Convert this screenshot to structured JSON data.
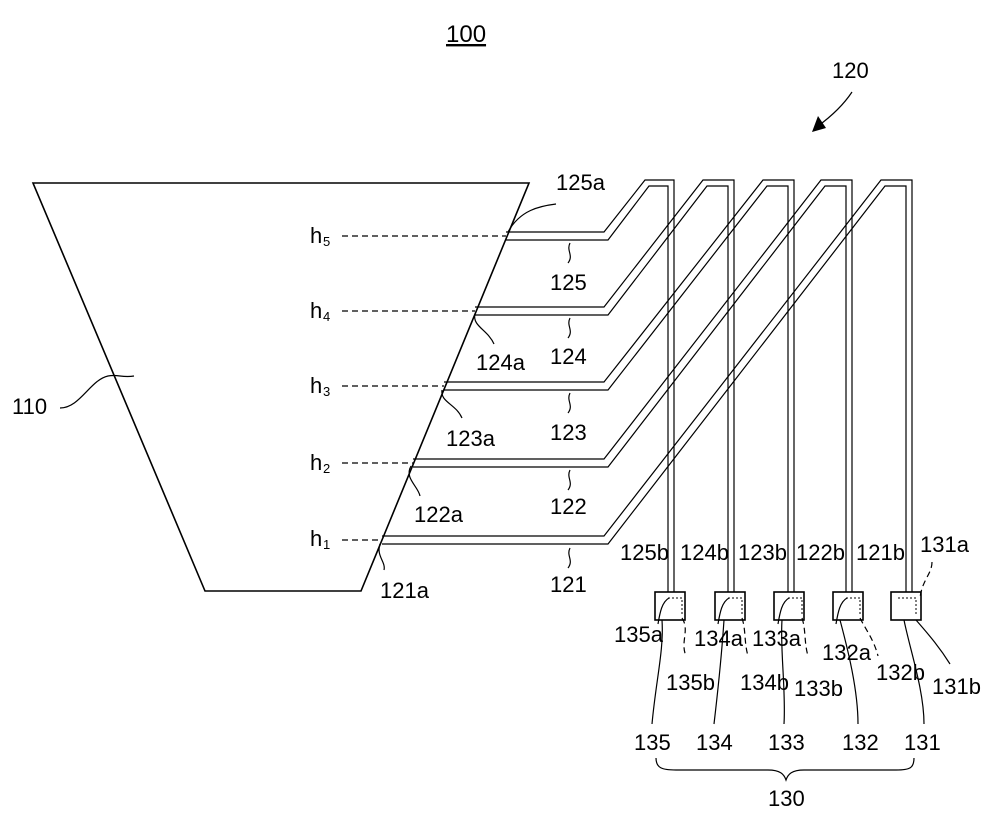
{
  "figure_number": "100",
  "assembly_label": "120",
  "body_label": "110",
  "group_label": "130",
  "heights": [
    {
      "main": "h",
      "sub": "1"
    },
    {
      "main": "h",
      "sub": "2"
    },
    {
      "main": "h",
      "sub": "3"
    },
    {
      "main": "h",
      "sub": "4"
    },
    {
      "main": "h",
      "sub": "5"
    }
  ],
  "probes": [
    {
      "name": "121",
      "tip": "121a",
      "end": "121b"
    },
    {
      "name": "122",
      "tip": "122a",
      "end": "122b"
    },
    {
      "name": "123",
      "tip": "123a",
      "end": "123b"
    },
    {
      "name": "124",
      "tip": "124a",
      "end": "124b"
    },
    {
      "name": "125",
      "tip": "125a",
      "end": "125b"
    }
  ],
  "sensors": [
    {
      "name": "131",
      "a": "131a",
      "b": "131b"
    },
    {
      "name": "132",
      "a": "132a",
      "b": "132b"
    },
    {
      "name": "133",
      "a": "133a",
      "b": "133b"
    },
    {
      "name": "134",
      "a": "134a",
      "b": "134b"
    },
    {
      "name": "135",
      "a": "135a",
      "b": "135b"
    }
  ]
}
